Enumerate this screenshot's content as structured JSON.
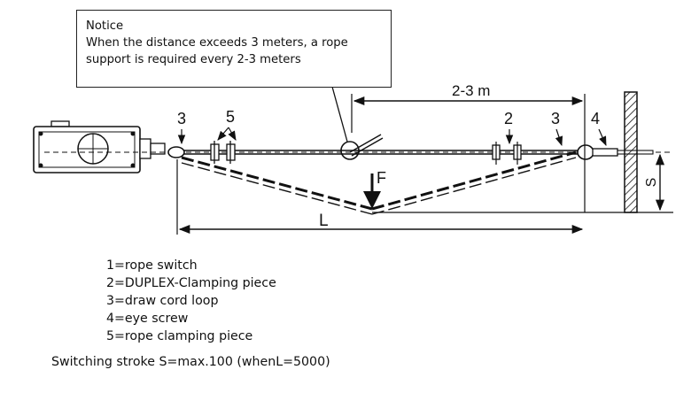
{
  "notice": {
    "title": "Notice",
    "text": "When the distance exceeds 3 meters, a rope support is required every 2-3 meters"
  },
  "labels": {
    "distance": "2-3  m",
    "rope_clamp_ref": "5",
    "loop_left_ref": "3",
    "duplex_ref": "2",
    "loop_right_ref": "3",
    "eye_screw_ref": "4",
    "force": "F",
    "length": "L",
    "stroke": "S"
  },
  "legend": [
    "1=rope switch",
    "2=DUPLEX-Clamping piece",
    "3=draw cord loop",
    "4=eye screw",
    "5=rope clamping piece"
  ],
  "footer": "Switching stroke S=max.100 (whenL=5000)"
}
